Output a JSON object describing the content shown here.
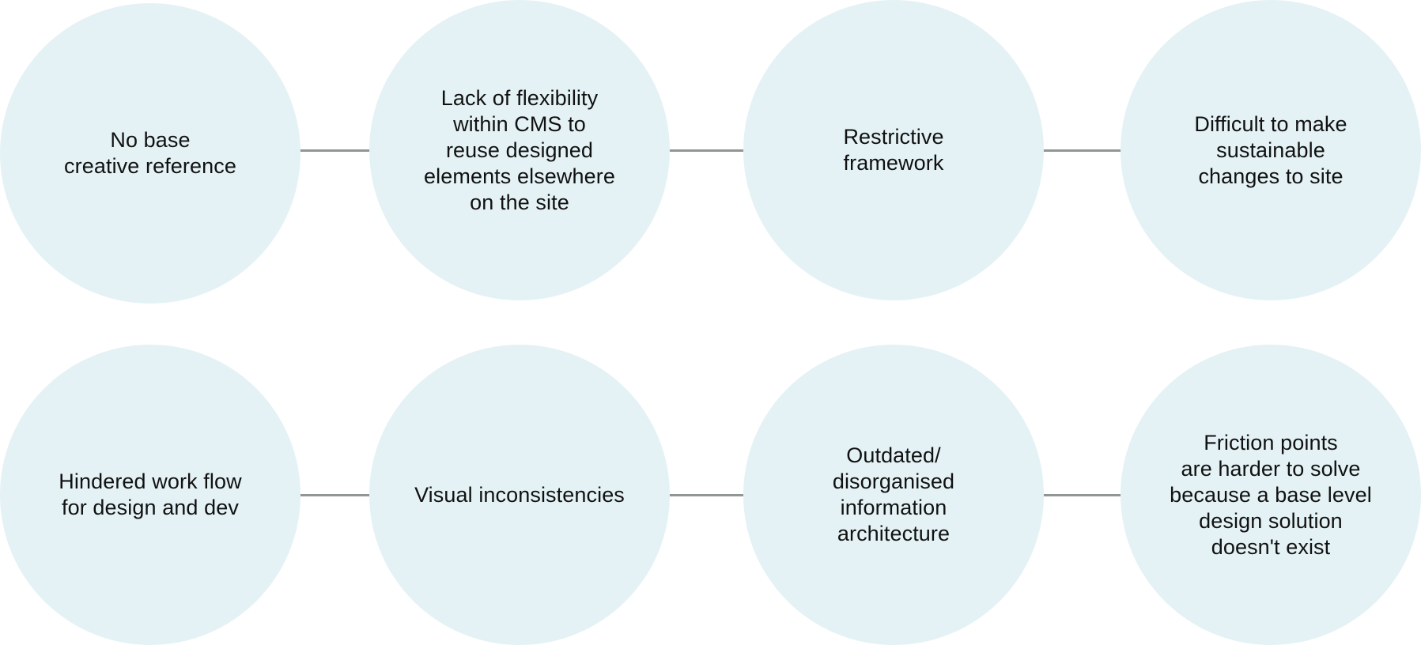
{
  "colors": {
    "node_fill": "#e4f2f6",
    "connector": "#8f9696",
    "text": "#111111"
  },
  "diagram": {
    "row1": [
      {
        "label": "No base\ncreative reference"
      },
      {
        "label": "Lack of flexibility\nwithin CMS to\nreuse designed\nelements elsewhere\non the site"
      },
      {
        "label": "Restrictive\nframework"
      },
      {
        "label": "Difficult to make\nsustainable\nchanges to site"
      }
    ],
    "row2": [
      {
        "label": "Hindered work flow\nfor design and dev"
      },
      {
        "label": "Visual inconsistencies"
      },
      {
        "label": "Outdated/\ndisorganised\ninformation\narchitecture"
      },
      {
        "label": "Friction points\nare harder to solve\nbecause a base level\ndesign solution\ndoesn't exist"
      }
    ]
  }
}
